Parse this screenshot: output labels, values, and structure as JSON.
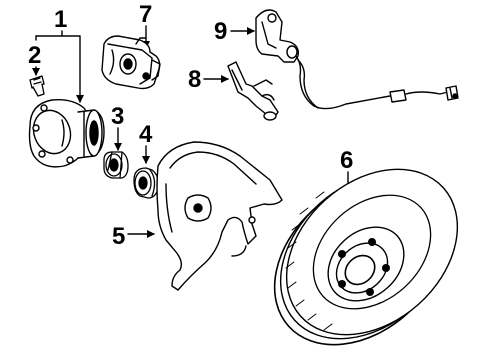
{
  "callouts": {
    "1": "1",
    "2": "2",
    "3": "3",
    "4": "4",
    "5": "5",
    "6": "6",
    "7": "7",
    "8": "8",
    "9": "9"
  },
  "colors": {
    "ink": "#000000",
    "paper": "#ffffff"
  }
}
